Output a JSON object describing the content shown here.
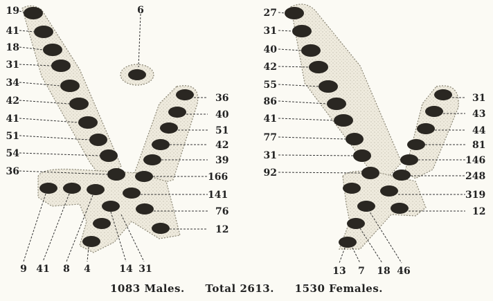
{
  "caption": {
    "males": "1083 Males.",
    "total": "Total 2613.",
    "females": "1530 Females."
  },
  "males_diagram": {
    "separate_label": "6",
    "left_arm_labels": [
      "19",
      "41",
      "18",
      "31",
      "34",
      "42",
      "41",
      "51",
      "54",
      "36"
    ],
    "right_arm_labels": [
      "36",
      "40",
      "51",
      "42",
      "39",
      "166",
      "141",
      "76",
      "12"
    ],
    "bottom_labels": [
      "9",
      "41",
      "8",
      "4",
      "14",
      "31"
    ]
  },
  "females_diagram": {
    "left_arm_labels": [
      "27",
      "31",
      "40",
      "42",
      "55",
      "86",
      "41",
      "77",
      "31",
      "92"
    ],
    "right_arm_labels": [
      "31",
      "43",
      "44",
      "81",
      "146",
      "248",
      "319",
      "12"
    ],
    "bottom_labels": [
      "13",
      "7",
      "18",
      "46"
    ]
  }
}
